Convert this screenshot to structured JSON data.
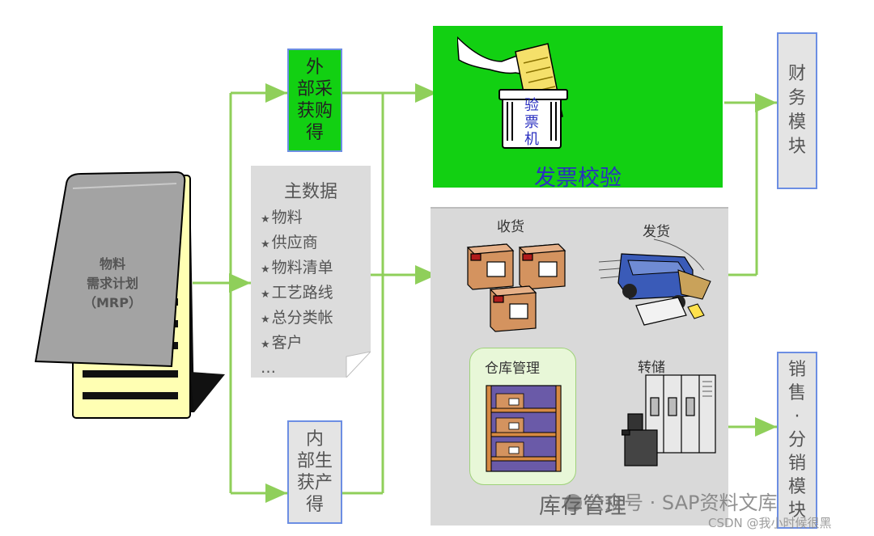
{
  "mrp": {
    "line1": "物料",
    "line2": "需求计划",
    "line3": "（MRP）"
  },
  "external_purchase": {
    "chars": [
      "外",
      "部采",
      "获购",
      "得"
    ]
  },
  "internal_production": {
    "chars": [
      "内",
      "部生",
      "获产",
      "得"
    ]
  },
  "master_data": {
    "title": "主数据",
    "items": [
      "物料",
      "供应商",
      "物料清单",
      "工艺路线",
      "总分类帐",
      "客户"
    ],
    "ellipsis": "…"
  },
  "invoice_verification": {
    "title": "发票校验",
    "machine_label": [
      "验",
      "票",
      "机"
    ],
    "color": "#12d012"
  },
  "inventory": {
    "title": "库存管理",
    "receipt": "收货",
    "issue": "发货",
    "warehouse": "仓库管理",
    "transfer": "转储"
  },
  "finance_module": {
    "chars": [
      "财",
      "务",
      "模",
      "块"
    ]
  },
  "sales_module": {
    "chars": [
      "销",
      "售",
      "·",
      "分",
      "销",
      "模",
      "块"
    ]
  },
  "watermark": {
    "text": "公众号 · SAP资料文库",
    "csdn": "CSDN @我小时候很黑"
  },
  "colors": {
    "arrow": "#8fcf5a",
    "box_border": "#6c8ee3",
    "panel": "#d9d9d9",
    "mrp_page": "#ffffb3"
  }
}
